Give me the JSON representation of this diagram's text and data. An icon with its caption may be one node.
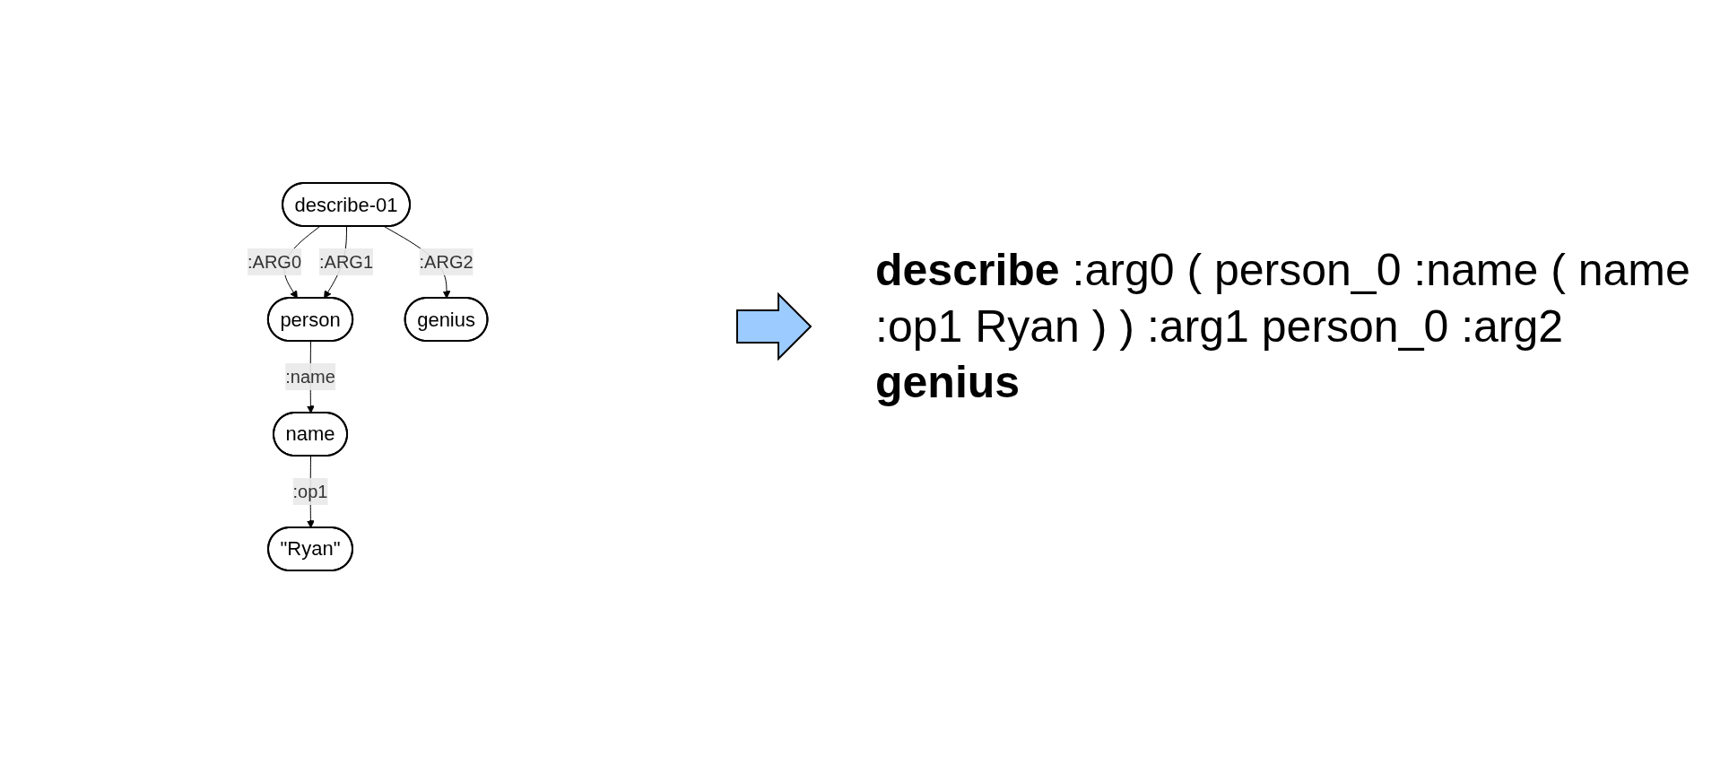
{
  "diagram": {
    "nodes": [
      {
        "text": [
          "describe-01"
        ]
      },
      {
        "text": [
          "person"
        ]
      },
      {
        "text": [
          "name"
        ]
      },
      {
        "text": [
          "\"Ryan\""
        ]
      },
      {
        "text": [
          "genius"
        ]
      }
    ],
    "edges": [
      {
        "from": 0,
        "to": 1,
        "arrow": "to",
        "label": ":ARG0"
      },
      {
        "from": 0,
        "to": 1,
        "arrow": "to",
        "label": ":ARG1"
      },
      {
        "from": 0,
        "to": 4,
        "arrow": "to",
        "label": ":ARG2"
      },
      {
        "from": 1,
        "to": 2,
        "arrow": "to",
        "label": ":name"
      },
      {
        "from": 2,
        "to": 3,
        "arrow": "to",
        "label": ":op1"
      }
    ],
    "labels": [
      "**describe** :arg0 ( person_0 :name ( name :op1 Ryan ) ) :arg1 person_0 :arg2 **genius**"
    ]
  }
}
